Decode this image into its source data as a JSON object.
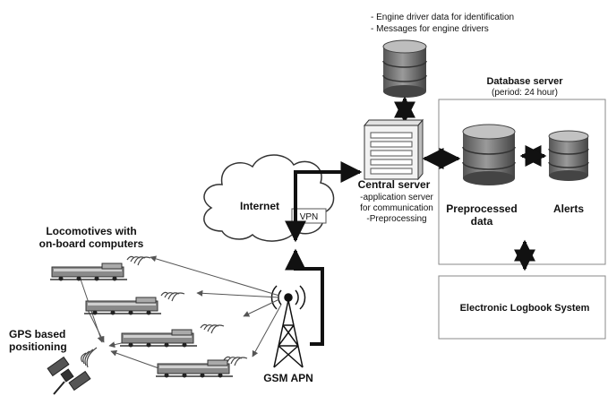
{
  "top_notes": {
    "line1": "- Engine driver data for identification",
    "line2": "- Messages for engine drivers"
  },
  "database_server": {
    "title": "Database server",
    "period": "(period: 24 hour)",
    "preprocessed_line1": "Preprocessed",
    "preprocessed_line2": "data",
    "alerts": "Alerts"
  },
  "central_server": {
    "title": "Central server",
    "line1": "-application server",
    "line2": "for communication",
    "line3": "-Preprocessing"
  },
  "internet": {
    "label": "Internet",
    "vpn": "VPN"
  },
  "locomotives": {
    "line1": "Locomotives with",
    "line2": "on-board computers"
  },
  "gps": {
    "line1": "GPS based",
    "line2": "positioning"
  },
  "gsm": {
    "label": "GSM APN"
  },
  "logbook": {
    "label": "Electronic Logbook System"
  }
}
